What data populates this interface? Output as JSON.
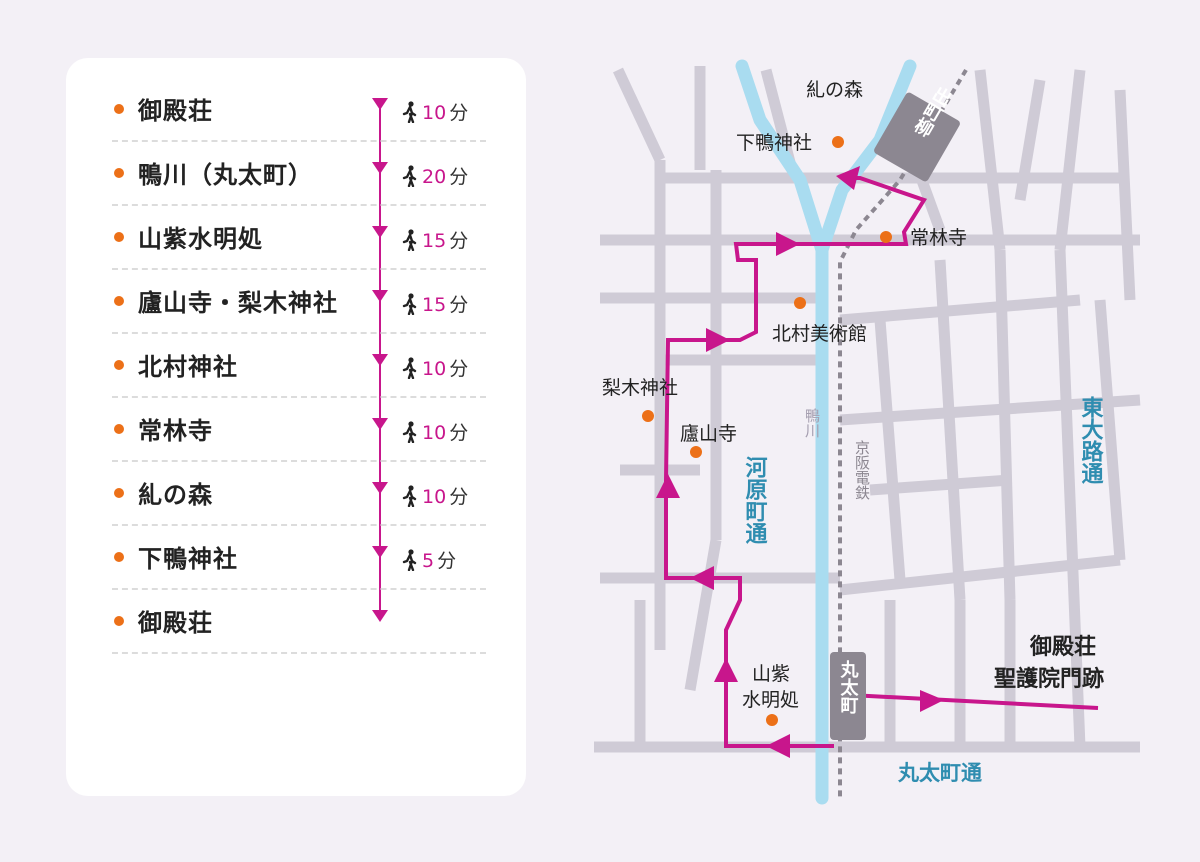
{
  "route": [
    {
      "name": "御殿荘",
      "minutes": "10",
      "unit": "分"
    },
    {
      "name": "鴨川（丸太町）",
      "minutes": "20",
      "unit": "分"
    },
    {
      "name": "山紫水明処",
      "minutes": "15",
      "unit": "分"
    },
    {
      "name": "廬山寺・梨木神社",
      "minutes": "15",
      "unit": "分"
    },
    {
      "name": "北村神社",
      "minutes": "10",
      "unit": "分"
    },
    {
      "name": "常林寺",
      "minutes": "10",
      "unit": "分"
    },
    {
      "name": "糺の森",
      "minutes": "10",
      "unit": "分"
    },
    {
      "name": "下鴨神社",
      "minutes": "5",
      "unit": "分"
    },
    {
      "name": "御殿荘"
    }
  ],
  "map": {
    "places": {
      "tadasu": "糺の森",
      "shimogamo": "下鴨神社",
      "jorinji": "常林寺",
      "kitamura": "北村美術館",
      "nashinoki": "梨木神社",
      "rozanji": "廬山寺",
      "sanshi_1": "山紫",
      "sanshi_2": "水明処",
      "goten_1": "御殿荘",
      "goten_2": "聖護院門跡"
    },
    "river": "鴨川",
    "railway": "京阪電鉄",
    "streets": {
      "kawaramachi": "河原町通",
      "higashioji": "東大路通",
      "marutamachi": "丸太町通"
    },
    "stations": {
      "demachi": "出町柳",
      "marutamachi": "丸太町"
    },
    "colors": {
      "route": "#c8168c",
      "spot": "#ec7018",
      "river": "#a9dcf0",
      "street": "#cfcbd6",
      "street_label": "#2f8db0",
      "station": "#8c8791"
    }
  }
}
